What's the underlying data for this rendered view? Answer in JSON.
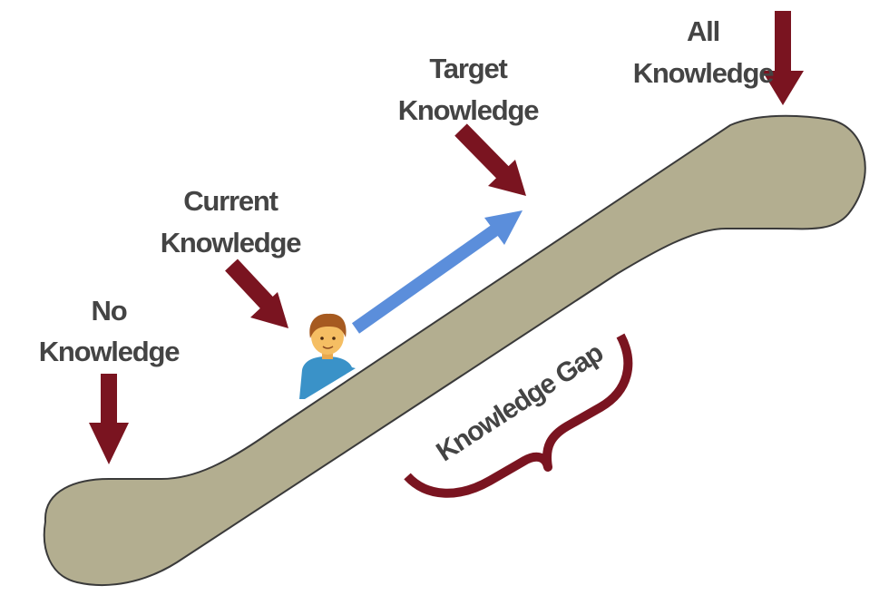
{
  "labels": {
    "no_knowledge": [
      "No",
      "Knowledge"
    ],
    "current_knowledge": [
      "Current",
      "Knowledge"
    ],
    "target_knowledge": [
      "Target",
      "Knowledge"
    ],
    "all_knowledge": [
      "All",
      "Knowledge"
    ],
    "knowledge_gap": "Knowledge Gap"
  },
  "colors": {
    "escalator_fill": "#B3AE90",
    "escalator_stroke": "#3A3A3A",
    "pointer_arrow": "#7A1420",
    "progress_arrow": "#5B8EDB",
    "brace": "#7A1420",
    "text": "#444444",
    "person_shirt": "#3A92C8",
    "person_skin": "#F5BE63",
    "person_hair": "#A65A20"
  },
  "icons": {
    "person": "person-icon",
    "pointer": "down-arrow-icon",
    "progress": "up-right-arrow-icon",
    "gap": "curly-brace-icon"
  }
}
